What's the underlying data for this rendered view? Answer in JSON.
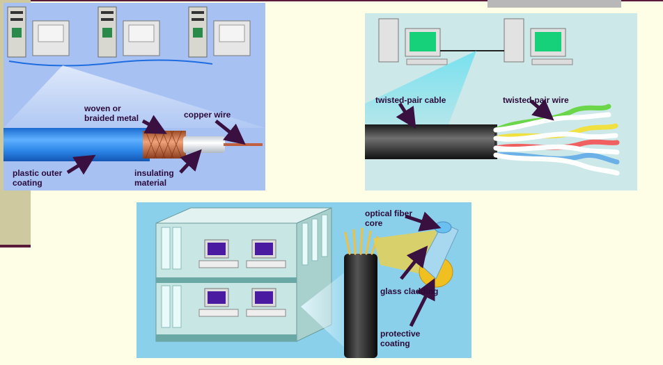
{
  "coax": {
    "labels": {
      "woven": "woven or\nbraided metal",
      "copper": "copper wire",
      "plastic": "plastic outer\ncoating",
      "insulating": "insulating\nmaterial"
    }
  },
  "twisted_pair": {
    "labels": {
      "cable": "twisted-pair cable",
      "wire": "twisted-pair wire"
    }
  },
  "fiber": {
    "labels": {
      "core": "optical fiber\ncore",
      "cladding": "glass cladding",
      "coating": "protective\ncoating"
    }
  },
  "colors": {
    "label_text": "#2a0a3a",
    "arrow": "#3a1040",
    "coax_bg": "#a7c2f2",
    "tp_bg": "#cde8e8",
    "fiber_bg": "#8bd0ea"
  }
}
